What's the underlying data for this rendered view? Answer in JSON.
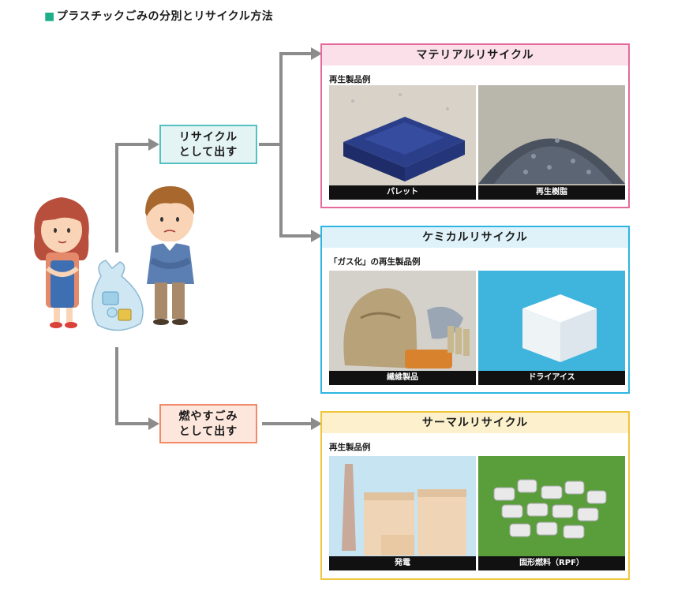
{
  "title": "■プラスチックごみの分別とリサイクル方法",
  "title_square": "■",
  "title_text": "プラスチックごみの分別とリサイクル方法",
  "options": {
    "recycle": "リサイクル\nとして出す",
    "burnable": "燃やすごみ\nとして出す"
  },
  "material": {
    "heading": "マテリアルリサイクル",
    "example_label": "再生製品例",
    "photos": [
      "パレット",
      "再生樹脂"
    ],
    "color": "#e46a9b"
  },
  "chemical": {
    "heading": "ケミカルリサイクル",
    "example_label": "「ガス化」の再生製品例",
    "photos": [
      "繊維製品",
      "ドライアイス"
    ],
    "color": "#2cb5e2"
  },
  "thermal": {
    "heading": "サーマルリサイクル",
    "example_label": "再生製品例",
    "photos": [
      "発電",
      "固形燃料（RPF）"
    ],
    "color": "#f0c53c"
  }
}
